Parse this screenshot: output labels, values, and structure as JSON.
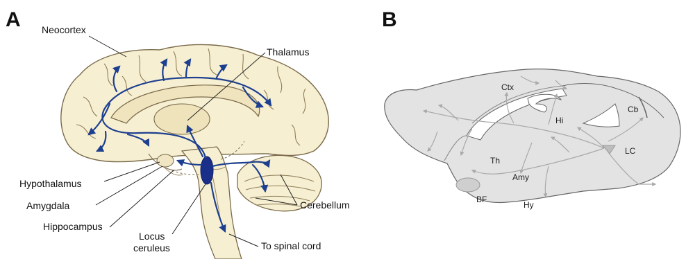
{
  "panel_a": {
    "letter": "A",
    "labels": {
      "neocortex": "Neocortex",
      "thalamus": "Thalamus",
      "hypothalamus": "Hypothalamus",
      "amygdala": "Amygdala",
      "hippocampus": "Hippocampus",
      "locus1": "Locus",
      "locus2": "ceruleus",
      "cerebellum": "Cerebellum",
      "spinal": "To spinal cord"
    }
  },
  "panel_b": {
    "letter": "B",
    "labels": {
      "ctx": "Ctx",
      "cb": "Cb",
      "hi": "Hi",
      "th": "Th",
      "amy": "Amy",
      "lc": "LC",
      "bf": "BF",
      "hy": "Hy"
    }
  },
  "colors": {
    "brain_fill": "#f6efd2",
    "brain_outline": "#7a6a4a",
    "pathway_blue": "#1d3f8f",
    "lc_blue": "#1a2f8a",
    "mouse_fill": "#e3e3e3",
    "mouse_outline": "#666666",
    "mouse_arrow": "#a9a9a9"
  }
}
